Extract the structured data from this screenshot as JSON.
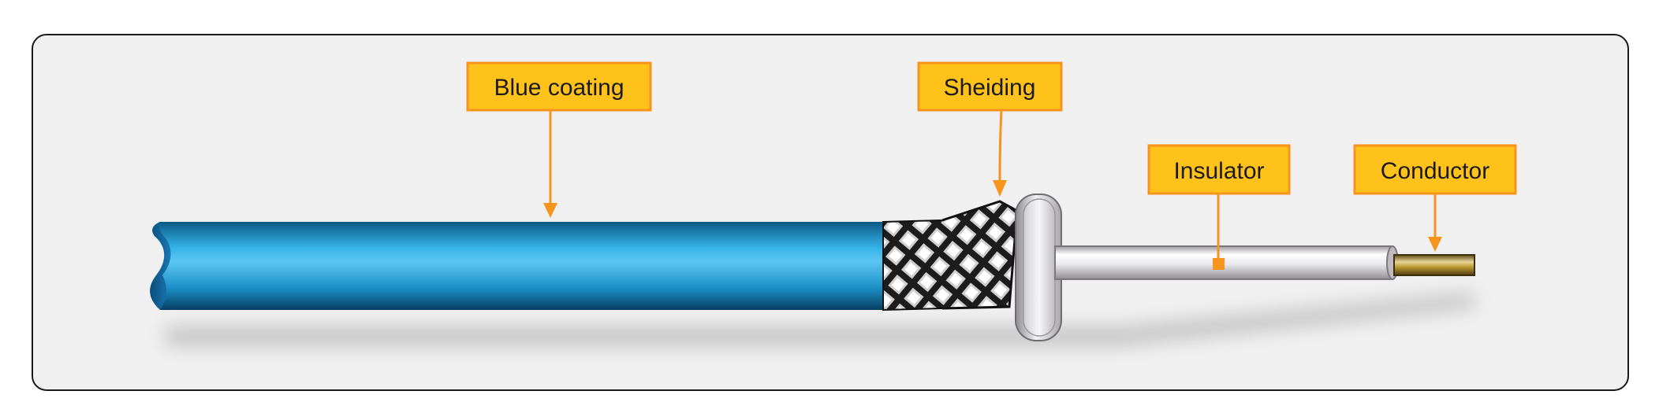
{
  "diagram": {
    "colors": {
      "panel_fill": "#f0f0f0",
      "panel_stroke": "#1a1a1a",
      "callout_fill": "#ffc21a",
      "callout_stroke": "#f7941d",
      "leader": "#f7941d",
      "coating": "#1e9fd6",
      "insulator": "#e4e4e8",
      "conductor": "#a9892b"
    },
    "callouts": [
      {
        "id": "blue-coating",
        "label": "Blue coating"
      },
      {
        "id": "sheiding",
        "label": "Sheiding"
      },
      {
        "id": "insulator",
        "label": "Insulator"
      },
      {
        "id": "conductor",
        "label": "Conductor"
      }
    ]
  }
}
